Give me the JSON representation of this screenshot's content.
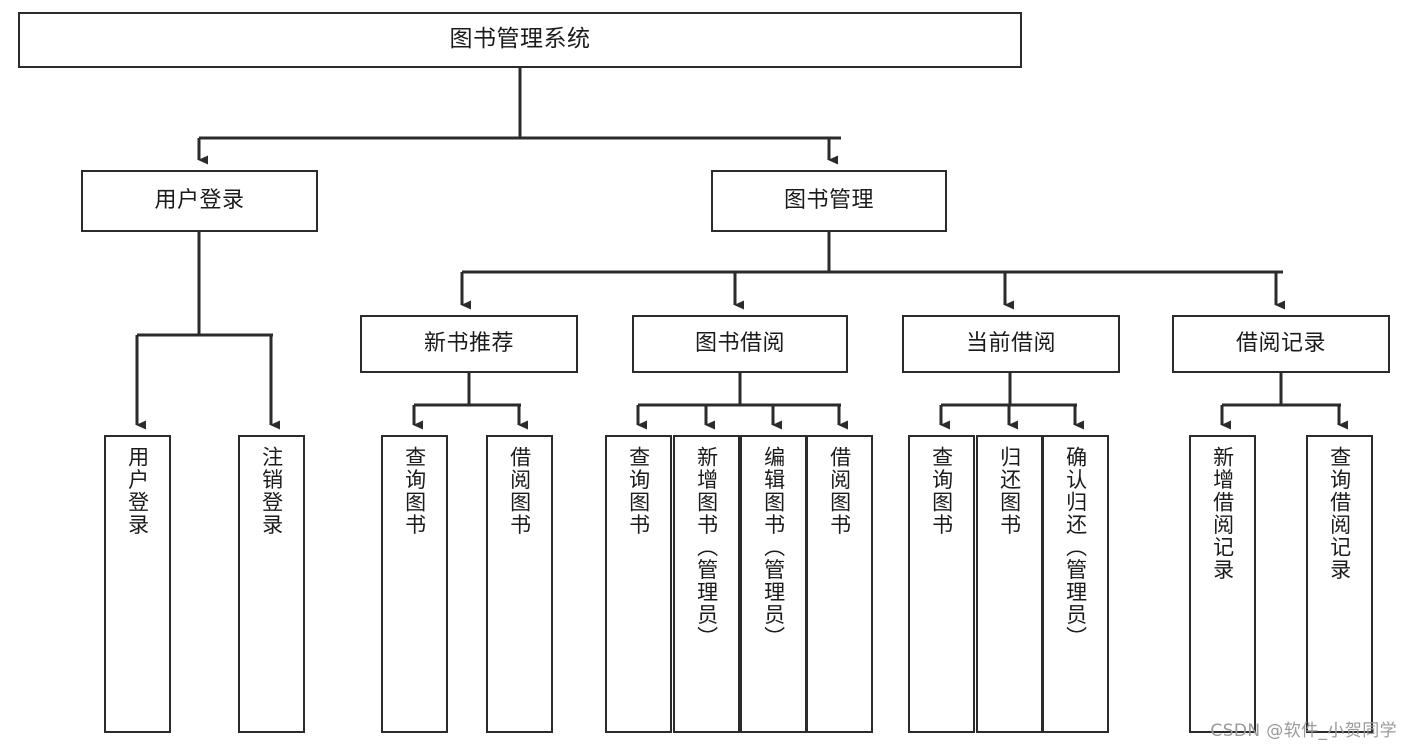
{
  "diagram": {
    "title": "图书管理系统",
    "type": "functional-structure-tree",
    "watermark": "CSDN @软件_小贺同学",
    "colors": {
      "background": "#ffffff",
      "stroke": "#2b2b2b",
      "text": "#1b1b1b",
      "watermark": "#9a9a9a"
    },
    "levels": {
      "level1": [
        {
          "id": "root",
          "label": "图书管理系统",
          "orientation": "horizontal"
        }
      ],
      "level2": [
        {
          "id": "user-login",
          "label": "用户登录",
          "orientation": "horizontal",
          "parent": "root"
        },
        {
          "id": "book-manage",
          "label": "图书管理",
          "orientation": "horizontal",
          "parent": "root"
        }
      ],
      "level3": [
        {
          "id": "new-book-rec",
          "label": "新书推荐",
          "orientation": "horizontal",
          "parent": "book-manage"
        },
        {
          "id": "book-borrow",
          "label": "图书借阅",
          "orientation": "horizontal",
          "parent": "book-manage"
        },
        {
          "id": "current-borrow",
          "label": "当前借阅",
          "orientation": "horizontal",
          "parent": "book-manage"
        },
        {
          "id": "borrow-record",
          "label": "借阅记录",
          "orientation": "horizontal",
          "parent": "book-manage"
        }
      ],
      "level4": [
        {
          "id": "leaf-user-login",
          "label": "用户登录",
          "orientation": "vertical",
          "parent": "user-login"
        },
        {
          "id": "leaf-logout",
          "label": "注销登录",
          "orientation": "vertical",
          "parent": "user-login"
        },
        {
          "id": "leaf-query-book-1",
          "label": "查询图书",
          "orientation": "vertical",
          "parent": "new-book-rec"
        },
        {
          "id": "leaf-borrow-book-1",
          "label": "借阅图书",
          "orientation": "vertical",
          "parent": "new-book-rec"
        },
        {
          "id": "leaf-query-book-2",
          "label": "查询图书",
          "orientation": "vertical",
          "parent": "book-borrow"
        },
        {
          "id": "leaf-add-book",
          "label": "新增图书（管理员）",
          "orientation": "vertical",
          "parent": "book-borrow"
        },
        {
          "id": "leaf-edit-book",
          "label": "编辑图书（管理员）",
          "orientation": "vertical",
          "parent": "book-borrow"
        },
        {
          "id": "leaf-borrow-book-2",
          "label": "借阅图书",
          "orientation": "vertical",
          "parent": "book-borrow"
        },
        {
          "id": "leaf-query-book-3",
          "label": "查询图书",
          "orientation": "vertical",
          "parent": "current-borrow"
        },
        {
          "id": "leaf-return-book",
          "label": "归还图书",
          "orientation": "vertical",
          "parent": "current-borrow"
        },
        {
          "id": "leaf-confirm-return",
          "label": "确认归还（管理员）",
          "orientation": "vertical",
          "parent": "current-borrow"
        },
        {
          "id": "leaf-add-record",
          "label": "新增借阅记录",
          "orientation": "vertical",
          "parent": "borrow-record"
        },
        {
          "id": "leaf-query-record",
          "label": "查询借阅记录",
          "orientation": "vertical",
          "parent": "borrow-record"
        }
      ]
    }
  }
}
